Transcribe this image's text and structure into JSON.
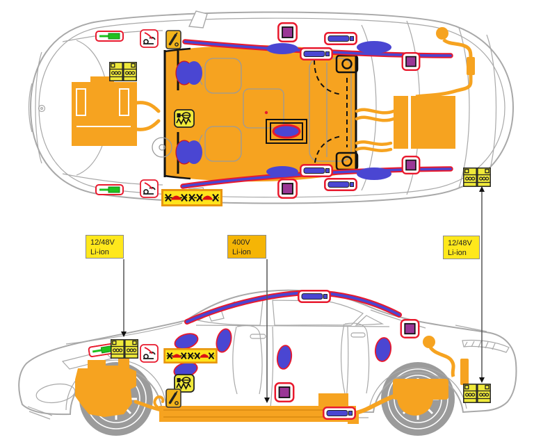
{
  "diagram_type": "vehicle rescue sheet (hybrid/EV battery and SRS component locations, top view and side view)",
  "labels": {
    "front_12v": {
      "voltage": "12/48V",
      "chemistry": "Li-ion"
    },
    "traction": {
      "voltage": "400V",
      "chemistry": "Li-ion"
    },
    "rear_12v": {
      "voltage": "12/48V",
      "chemistry": "Li-ion"
    }
  },
  "colors": {
    "component_orange": "#f6a320",
    "airbag_blue": "#4a46d2",
    "hazard_red": "#e8192d",
    "pyro_purple": "#9a3796",
    "battery_yellow": "#efe93a",
    "label_yellow": "#ffe81c",
    "label_amber": "#f5b505",
    "strut_green": "#1fc11f",
    "body_outline_gray": "#a8a8a8",
    "wheel_gray": "#9b9b9b"
  },
  "views": [
    "top-view",
    "side-view"
  ],
  "icon_legend": [
    "12v-battery-icon",
    "gas-strut-icon",
    "green-gas-strut-icon",
    "seatbelt-pretensioner-icon",
    "srs-capacitor-resistor-icon",
    "cut-zone-banner-icon",
    "airbag-inflator-cylinder-icon",
    "pyrotechnic-unit-purple-icon",
    "curtain-airbag-line",
    "high-voltage-battery-block",
    "charge-port",
    "electric-motor"
  ]
}
